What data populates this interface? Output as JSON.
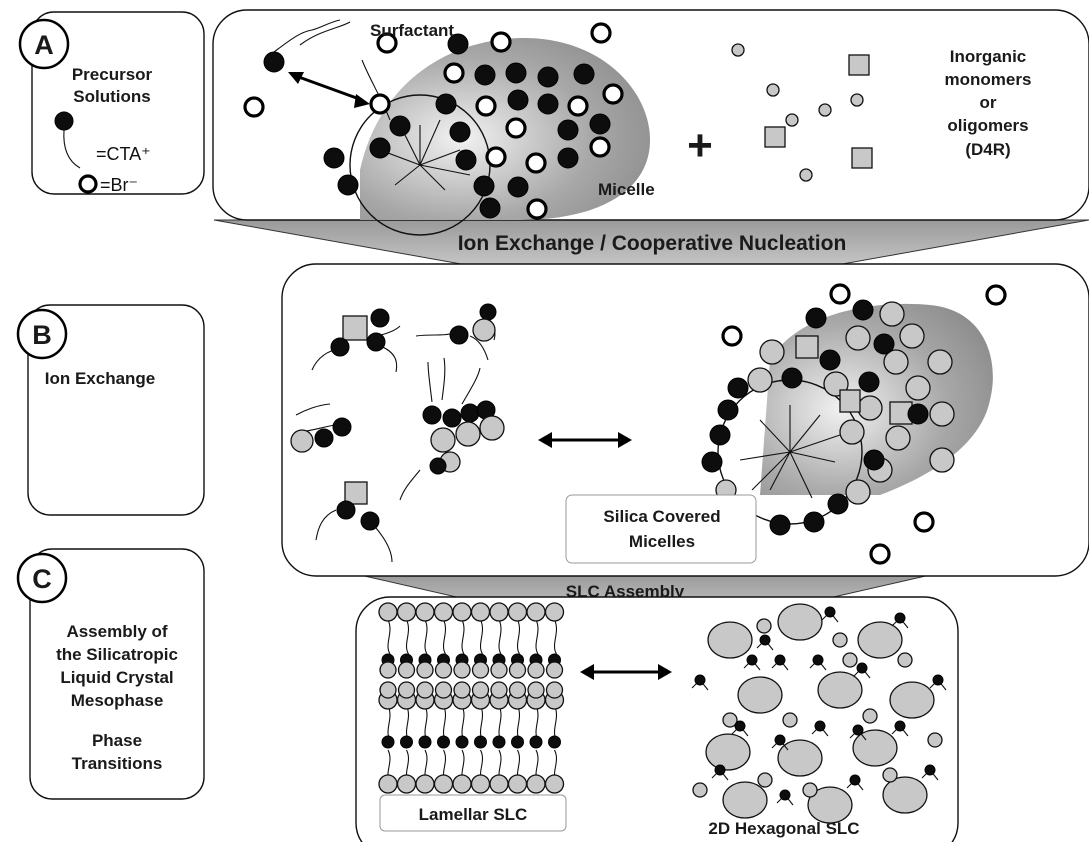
{
  "panel_a": {
    "letter": "A",
    "title_line1": "Precursor",
    "title_line2": "Solutions",
    "legend_cta": "=CTA⁺",
    "legend_br": "=Br⁻",
    "surfactant": "Surfactant",
    "micelle": "Micelle",
    "plus": "+",
    "inorganic_line1": "Inorganic",
    "inorganic_line2": "monomers",
    "inorganic_line3": "or",
    "inorganic_line4": "oligomers",
    "inorganic_line5": "(D4R)"
  },
  "banner1": "Ion Exchange / Cooperative Nucleation",
  "panel_b": {
    "letter": "B",
    "title": "Ion Exchange",
    "caption_line1": "Silica Covered",
    "caption_line2": "Micelles"
  },
  "banner2": "SLC Assembly",
  "panel_c": {
    "letter": "C",
    "line1": "Assembly of",
    "line2": "the Silicatropic",
    "line3": "Liquid Crystal",
    "line4": "Mesophase",
    "line5": "Phase",
    "line6": "Transitions",
    "lamellar": "Lamellar SLC",
    "hexagonal": "2D Hexagonal SLC"
  },
  "colors": {
    "surfactant_head": "#0d0d0d",
    "silica": "#c8c8c8",
    "background": "#ffffff"
  }
}
